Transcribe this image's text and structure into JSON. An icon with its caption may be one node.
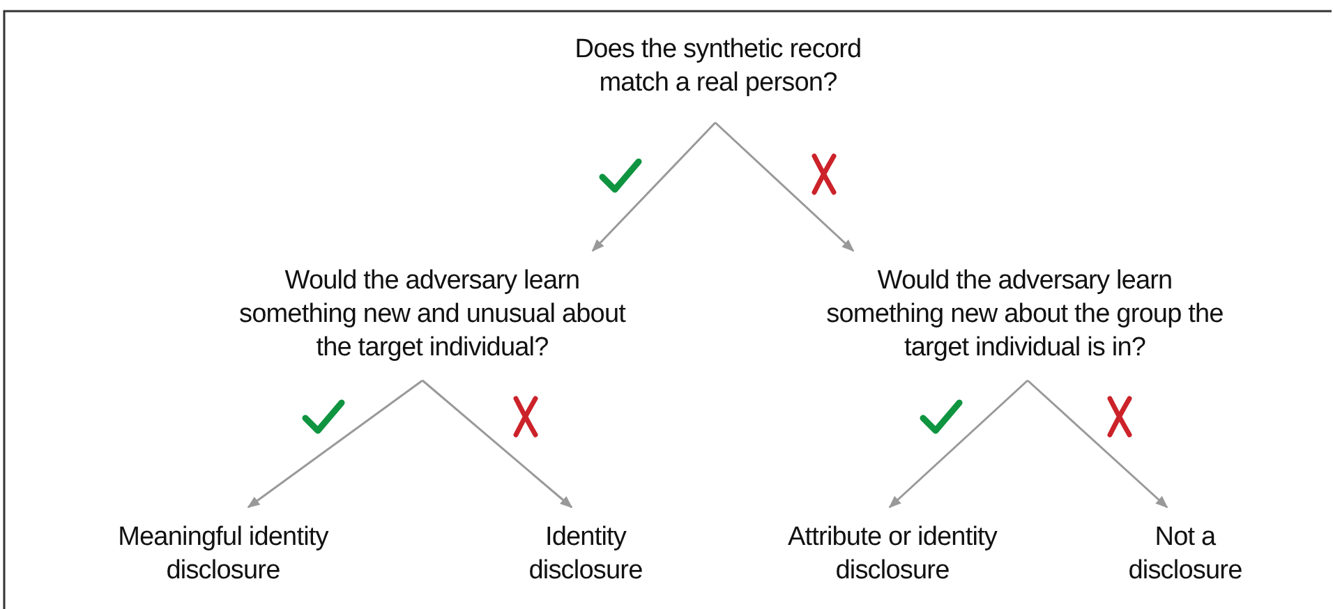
{
  "diagram": {
    "nodes": [
      {
        "text": [
          "Does the synthetic record match a real person?"
        ]
      },
      {
        "text": [
          "Would the adversary learn something new and unusual about the target individual?"
        ]
      },
      {
        "text": [
          "Would the adversary learn something new about the group the target individual is in?"
        ]
      },
      {
        "text": [
          "Meaningful identity disclosure"
        ]
      },
      {
        "text": [
          "Identity disclosure"
        ]
      },
      {
        "text": [
          "Attribute or identity disclosure"
        ]
      },
      {
        "text": [
          "Not a disclosure"
        ]
      }
    ],
    "edges": [
      {
        "from": 0,
        "to": 1,
        "arrow": "to"
      },
      {
        "from": 0,
        "to": 2,
        "arrow": "to"
      },
      {
        "from": 1,
        "to": 3,
        "arrow": "to"
      },
      {
        "from": 1,
        "to": 4,
        "arrow": "to"
      },
      {
        "from": 2,
        "to": 5,
        "arrow": "to"
      },
      {
        "from": 2,
        "to": 6,
        "arrow": "to"
      }
    ]
  }
}
